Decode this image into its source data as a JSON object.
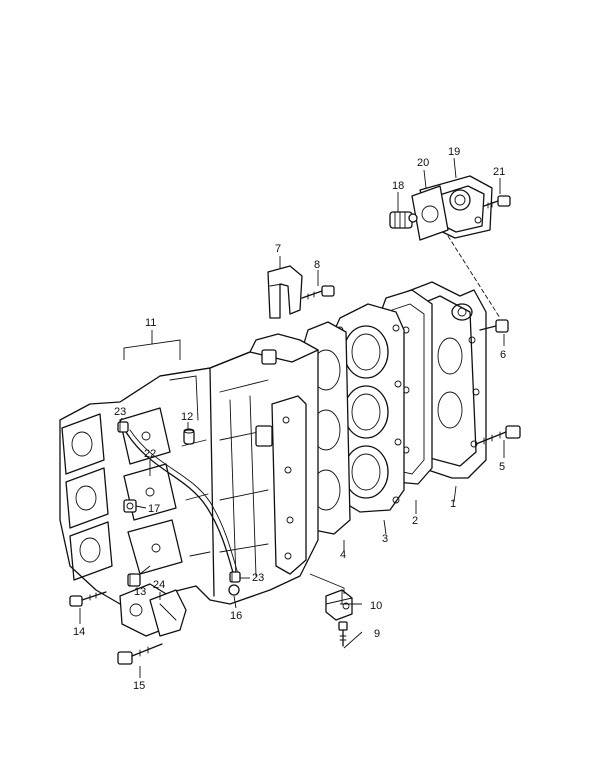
{
  "diagram": {
    "callouts": [
      "1",
      "2",
      "3",
      "4",
      "5",
      "6",
      "7",
      "8",
      "9",
      "10",
      "11",
      "12",
      "13",
      "14",
      "15",
      "16",
      "17",
      "18",
      "19",
      "20",
      "21",
      "22",
      "23",
      "24",
      "23"
    ]
  }
}
